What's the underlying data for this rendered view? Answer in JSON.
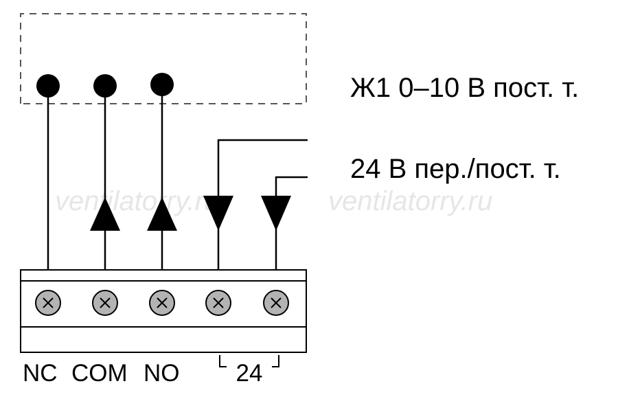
{
  "labels": {
    "signal": "Ж1 0–10 В пост. т.",
    "supply": "24 В пер./пост. т."
  },
  "terminals": {
    "nc": "NC",
    "com": "COM",
    "no": "NO",
    "power": "24"
  },
  "watermarks": [
    "ventilatorry.ru",
    "ventilatorry.ru"
  ],
  "colors": {
    "line": "#000000",
    "screw_fill": "#b3b3b3",
    "dashed_box": "#555555",
    "watermark": "#e6e6e6"
  }
}
